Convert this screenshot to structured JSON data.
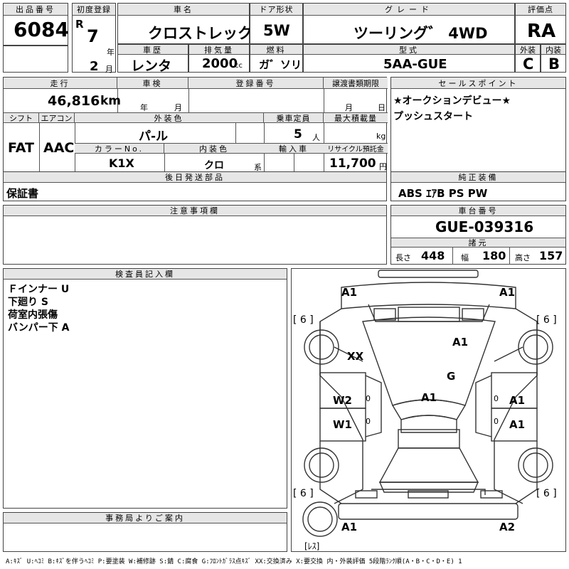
{
  "header": {
    "lot_label": "出品番号",
    "lot": "6084",
    "first_reg_label": "初度登録",
    "era": "R",
    "year": "7",
    "year_unit": "年",
    "month": "2",
    "month_unit": "月",
    "name_label": "車名",
    "name": "クロストレック",
    "door_label": "ドア形状",
    "door": "5W",
    "grade_label": "グレード",
    "grade": "ツーリング゛ 4WD",
    "rating_label": "評価点",
    "rating": "RA",
    "history_label": "車歴",
    "history": "レンタ",
    "displacement_label": "排気量",
    "displacement": "2000",
    "displacement_unit": "cc",
    "fuel_label": "燃料",
    "fuel": "ガ゛ソリン",
    "model_label": "型式",
    "model": "5AA-GUE",
    "ext_label": "外装",
    "ext": "C",
    "int_label": "内装",
    "int": "B"
  },
  "row2": {
    "mileage_label": "走行",
    "mileage": "46,816",
    "mileage_unit": "km",
    "inspection_label": "車検",
    "insp_year_unit": "年",
    "insp_month_unit": "月",
    "reg_no_label": "登録番号",
    "transfer_label": "譲渡書類期限",
    "transfer_month_unit": "月",
    "transfer_day_unit": "日",
    "shift_label": "シフト",
    "shift": "FAT",
    "ac_label": "エアコン",
    "ac": "AAC",
    "exterior_color_label": "外装色",
    "exterior_color": "パ-ル",
    "capacity_label": "乗車定員",
    "capacity": "5",
    "capacity_unit": "人",
    "max_load_label": "最大積載量",
    "max_load_unit": "kg",
    "color_no_label": "カラーNo.",
    "color_no": "K1X",
    "interior_color_label": "内装色",
    "interior_color": "クロ",
    "interior_color_unit": "系",
    "import_label": "輸入車",
    "recycle_label": "リサイクル預託金",
    "recycle": "11,700",
    "recycle_unit": "円"
  },
  "sales_point": {
    "label": "セールスポイント",
    "lines": [
      "★オークションデビュー★",
      "プッシュスタート"
    ]
  },
  "later_parts": {
    "label": "後日発送部品",
    "value": "保証書"
  },
  "equipment": {
    "label": "純正装備",
    "value": "ABS ｴｱB PS PW"
  },
  "notes": {
    "label": "注意事項欄"
  },
  "chassis": {
    "label": "車台番号",
    "value": "GUE-039316"
  },
  "specs": {
    "label": "諸元",
    "length_label": "長さ",
    "length": "448",
    "width_label": "幅",
    "width": "180",
    "height_label": "高さ",
    "height": "157"
  },
  "inspector": {
    "label": "検査員記入欄",
    "lines": [
      "Ｆインナー U",
      "下廻り S",
      "荷室内張傷",
      "バンパー下 A"
    ]
  },
  "office": {
    "label": "事務局よりご案内"
  },
  "diagram": {
    "marks": {
      "front_left": "A1",
      "front_right": "A1",
      "tire_fl": "[ 6 ]",
      "tire_fr": "[ 6 ]",
      "tire_rl": "[ 6 ]",
      "tire_rr": "[ 6 ]",
      "hood": "A1",
      "fender_left": "XX",
      "windshield": "G",
      "roof": "A1",
      "door_front_left": "W2",
      "door_rear_left": "W1",
      "door_front_right": "A1",
      "door_rear_right": "A1",
      "rear_left": "A1",
      "rear_right": "A2",
      "tire_spare": "[ﾚｽ]",
      "small_l1": "0",
      "small_l2": "0",
      "small_r1": "0",
      "small_r2": "0"
    }
  },
  "legend": "A:ｷｽﾞ U:ﾍｺﾐ B:ｷｽﾞを伴うﾍｺﾐ P:要塗装 W:補修跡 S:錆 C:腐食 G:ﾌﾛﾝﾄｶﾞﾗｽ点ｷｽﾞ XX:交換済み X:要交換 内・外装評価 5段階ﾗﾝｸ順(A・B・C・D・E) 1"
}
